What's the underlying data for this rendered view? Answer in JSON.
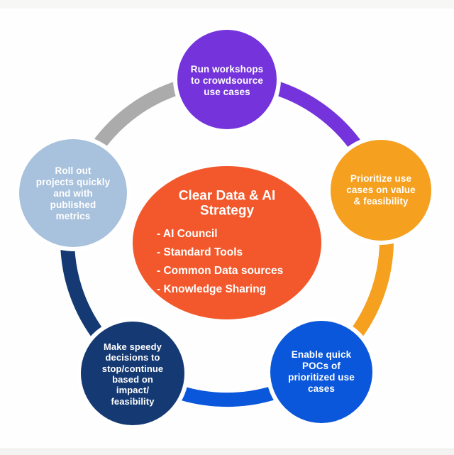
{
  "diagram": {
    "center": {
      "title": "Clear Data & AI\nStrategy",
      "bullets": [
        "- AI Council",
        "- Standard Tools",
        "- Common Data sources",
        "- Knowledge Sharing"
      ],
      "fill": "#F2582B",
      "text_color": "#FFFFFF"
    },
    "nodes": [
      {
        "name": "run-workshops",
        "label": "Run workshops\nto crowdsource\nuse cases",
        "fill": "#7433DB"
      },
      {
        "name": "prioritize-use-cases",
        "label": "Prioritize use\ncases on value\n& feasibility",
        "fill": "#F5A01F"
      },
      {
        "name": "enable-quick-pocs",
        "label": "Enable quick\nPOCs of\nprioritized use\ncases",
        "fill": "#0A57DB"
      },
      {
        "name": "speedy-decisions",
        "label": "Make speedy\ndecisions to\nstop/continue\nbased on\nimpact/\nfeasibility",
        "fill": "#143973"
      },
      {
        "name": "roll-out-projects",
        "label": "Roll out\nprojects quickly\nand with\npublished\nmetrics",
        "fill": "#A8C1DC"
      }
    ],
    "arcs": [
      {
        "name": "arc-left-to-top",
        "color": "#ABABAB"
      },
      {
        "name": "arc-top-to-right",
        "color": "#7433DB"
      },
      {
        "name": "arc-right-to-bottom-right",
        "color": "#F5A01F"
      },
      {
        "name": "arc-bottom-right-to-bottom-left",
        "color": "#0A57DB"
      },
      {
        "name": "arc-bottom-left-to-left",
        "color": "#143973"
      }
    ],
    "halo_color": "#FFFFFF"
  }
}
